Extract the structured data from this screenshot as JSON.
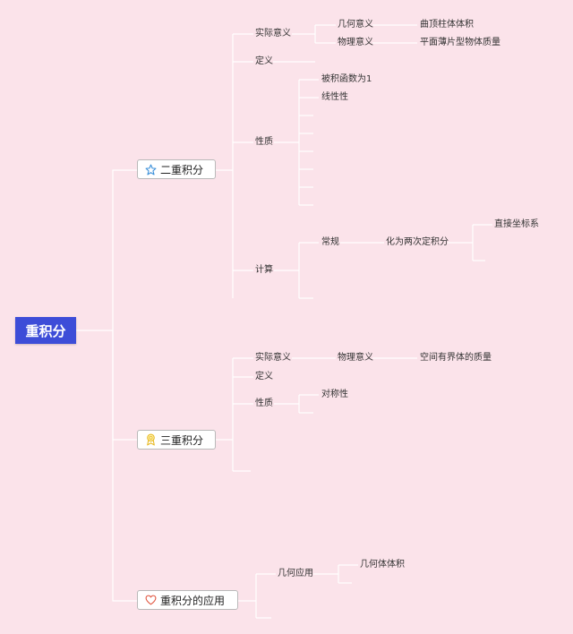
{
  "root": "重积分",
  "branches": [
    {
      "label": "二重积分",
      "icon": "star-icon",
      "icon_color": "#3a8fd9",
      "children": {
        "meaning": {
          "label": "实际意义",
          "geo": "几何意义",
          "geo_value": "曲顶柱体体积",
          "phys": "物理意义",
          "phys_value": "平面薄片型物体质量"
        },
        "definition": "定义",
        "property": {
          "label": "性质",
          "items": [
            "被积函数为1",
            "线性性"
          ]
        },
        "calc": {
          "label": "计算",
          "normal": "常规",
          "method": "化为两次定积分",
          "coord": "直接坐标系"
        }
      }
    },
    {
      "label": "三重积分",
      "icon": "medal-icon",
      "icon_color": "#e8b923",
      "children": {
        "meaning": {
          "label": "实际意义",
          "phys": "物理意义",
          "phys_value": "空间有界体的质量"
        },
        "definition": "定义",
        "property": {
          "label": "性质",
          "items": [
            "对称性"
          ]
        }
      }
    },
    {
      "label": "重积分的应用",
      "icon": "heart-icon",
      "icon_color": "#e0533d",
      "children": {
        "geo_app": "几何应用",
        "volume": "几何体体积"
      }
    }
  ]
}
